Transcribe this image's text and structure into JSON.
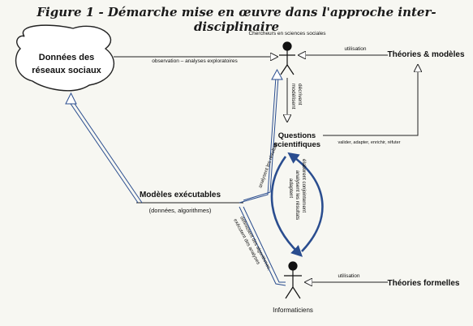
{
  "title": "Figure 1 - Démarche mise en œuvre dans l'approche inter-disciplinaire",
  "nodes": {
    "data_cloud_line1": "Données des",
    "data_cloud_line2": "réseaux sociaux",
    "researchers": "Chercheurs en sciences sociales",
    "theories_models": "Théories & modèles",
    "questions_line1": "Questions",
    "questions_line2": "scientifiques",
    "exec_models": "Modèles exécutables",
    "exec_models_sub": "(données, algorithmes)",
    "computer_scientists": "Informaticiens",
    "formal_theories": "Théories formelles"
  },
  "edges": {
    "observation": "observation – analyses exploratoires",
    "utilisation_top": "utilisation",
    "utilisation_bottom": "utilisation",
    "define_line1": "décrivent",
    "define_line2": "modélisent",
    "validate": "valider, adapter, enrichir, réfuter",
    "exploit_results": "analysent les résultats",
    "jointly_line1": "élaborent conjointement",
    "jointly_line2": "analysent les résultats",
    "jointly_line3": "adaptent",
    "impl_line1": "définissent des algorithmes,",
    "impl_line2": "exécutent des analyses"
  },
  "colors": {
    "line": "#222222",
    "accent": "#2a4d8f",
    "background": "#f7f7f2"
  }
}
